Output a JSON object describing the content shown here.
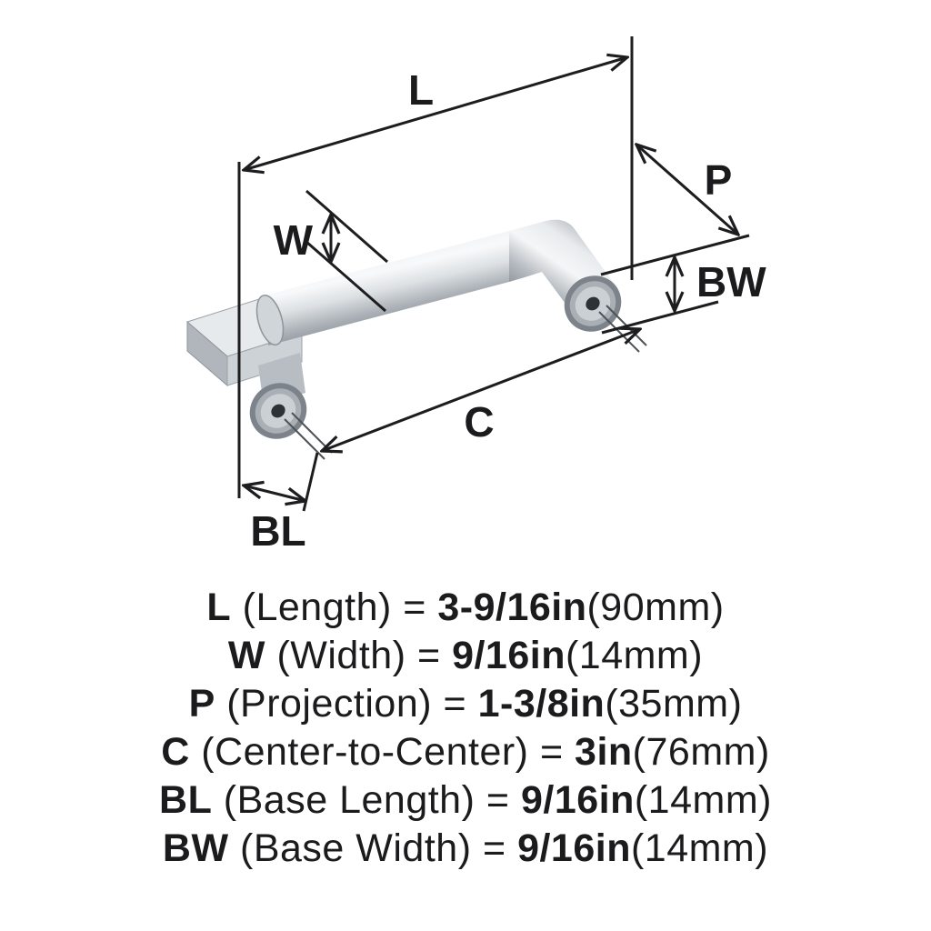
{
  "figure": {
    "description": "isometric-drawing-of-bar-cabinet-pull-with-dimension-arrows",
    "dimension_labels": {
      "l": "L",
      "w": "W",
      "p": "P",
      "bw": "BW",
      "c": "C",
      "bl": "BL"
    }
  },
  "legend": {
    "rows": [
      {
        "abbr": "L",
        "label": "(Length)",
        "eq": "=",
        "value": "3-9/16in",
        "metric": "(90mm)"
      },
      {
        "abbr": "W",
        "label": "(Width)",
        "eq": "=",
        "value": "9/16in",
        "metric": "(14mm)"
      },
      {
        "abbr": "P",
        "label": "(Projection)",
        "eq": "=",
        "value": "1-3/8in",
        "metric": "(35mm)"
      },
      {
        "abbr": "C",
        "label": "(Center-to-Center)",
        "eq": "=",
        "value": "3in",
        "metric": "(76mm)"
      },
      {
        "abbr": "BL",
        "label": "(Base Length)",
        "eq": "=",
        "value": "9/16in",
        "metric": "(14mm)"
      },
      {
        "abbr": "BW",
        "label": "(Base Width)",
        "eq": "=",
        "value": "9/16in",
        "metric": "(14mm)"
      }
    ]
  },
  "colors": {
    "line": "#1d1d1f",
    "text": "#1b1b1d",
    "chrome_highlight": "#f8f9fa",
    "chrome_mid": "#aab0b6",
    "chrome_dark": "#7c838b",
    "background": "#ffffff"
  }
}
